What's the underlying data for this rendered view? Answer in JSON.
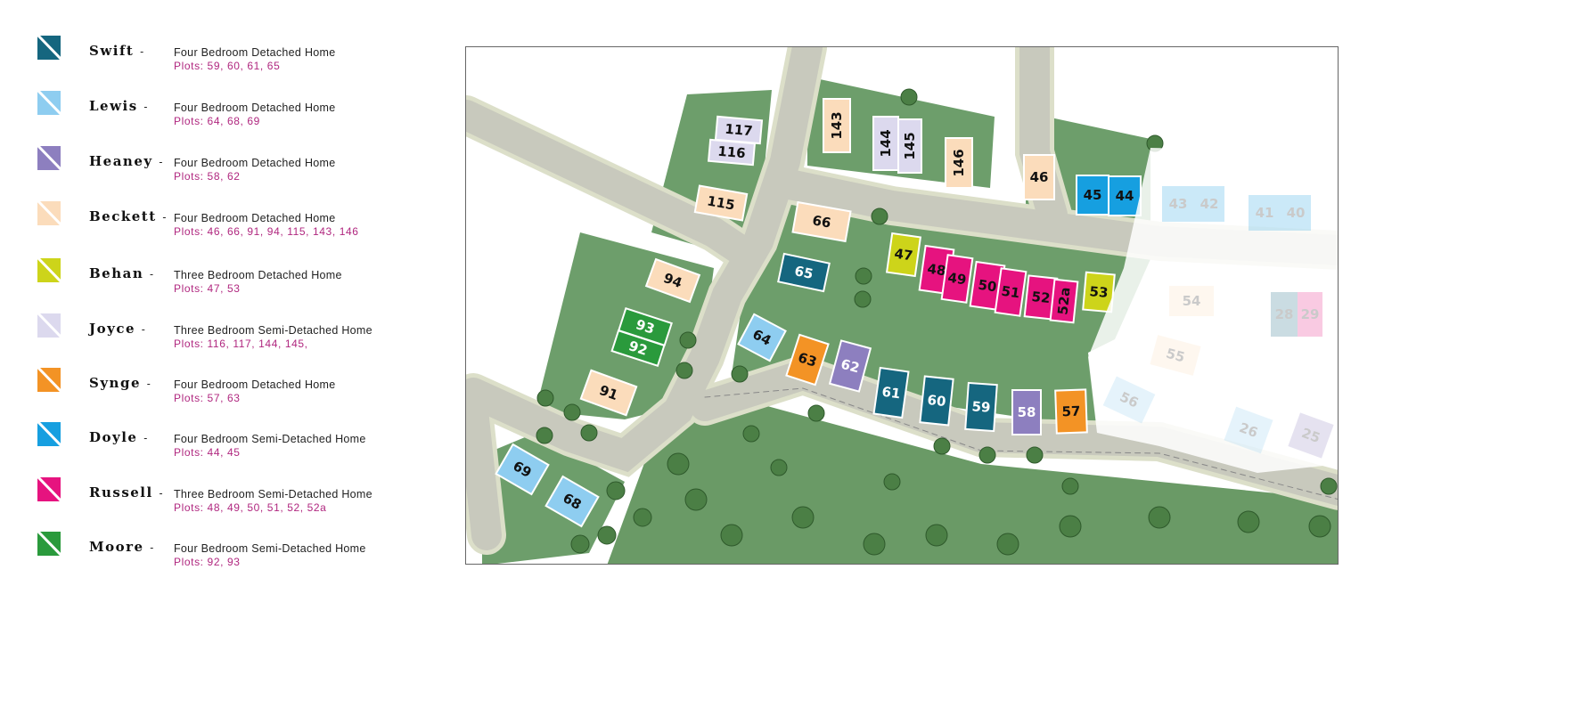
{
  "legend": [
    {
      "name": "Swift",
      "type": "Four Bedroom Detached Home",
      "plots": "Plots: 59, 60, 61, 65",
      "color": "#15667f"
    },
    {
      "name": "Lewis",
      "type": "Four Bedroom Detached Home",
      "plots": "Plots: 64, 68, 69",
      "color": "#8ecdf0"
    },
    {
      "name": "Heaney",
      "type": "Four Bedroom Detached Home",
      "plots": "Plots: 58, 62",
      "color": "#8d7fbf"
    },
    {
      "name": "Beckett",
      "type": "Four Bedroom Detached Home",
      "plots": "Plots: 46, 66, 91, 94, 115, 143, 146",
      "color": "#fbdcbb"
    },
    {
      "name": "Behan",
      "type": "Three Bedroom Detached Home",
      "plots": "Plots: 47, 53",
      "color": "#cdd41a"
    },
    {
      "name": "Joyce",
      "type": "Three Bedroom Semi-Detached Home",
      "plots": "Plots: 116, 117, 144, 145,",
      "color": "#dcd9ee"
    },
    {
      "name": "Synge",
      "type": "Four Bedroom Detached Home",
      "plots": "Plots: 57, 63",
      "color": "#f39325"
    },
    {
      "name": "Doyle",
      "type": "Four Bedroom Semi-Detached Home",
      "plots": "Plots: 44, 45",
      "color": "#169fe0"
    },
    {
      "name": "Russell",
      "type": "Three Bedroom Semi-Detached Home",
      "plots": "Plots: 48, 49, 50, 51, 52, 52a",
      "color": "#e6137f"
    },
    {
      "name": "Moore",
      "type": "Four Bedroom Semi-Detached Home",
      "plots": "Plots: 92, 93",
      "color": "#2a9a3c"
    }
  ],
  "legend_separator": "-",
  "map": {
    "plots": {
      "p117": "117",
      "p116": "116",
      "p115": "115",
      "p143": "143",
      "p144": "144",
      "p145": "145",
      "p146": "146",
      "p46": "46",
      "p45": "45",
      "p44": "44",
      "p66": "66",
      "p65": "65",
      "p47": "47",
      "p48": "48",
      "p49": "49",
      "p50": "50",
      "p51": "51",
      "p52": "52",
      "p52a": "52a",
      "p53": "53",
      "p94": "94",
      "p93": "93",
      "p92": "92",
      "p91": "91",
      "p64": "64",
      "p63": "63",
      "p62": "62",
      "p61": "61",
      "p60": "60",
      "p59": "59",
      "p58": "58",
      "p57": "57",
      "p69": "69",
      "p68": "68"
    },
    "faded_plots": {
      "p43": "43",
      "p42": "42",
      "p41": "41",
      "p40": "40",
      "p54": "54",
      "p55": "55",
      "p56": "56",
      "p28": "28",
      "p29": "29",
      "p26": "26",
      "p25": "25"
    }
  }
}
